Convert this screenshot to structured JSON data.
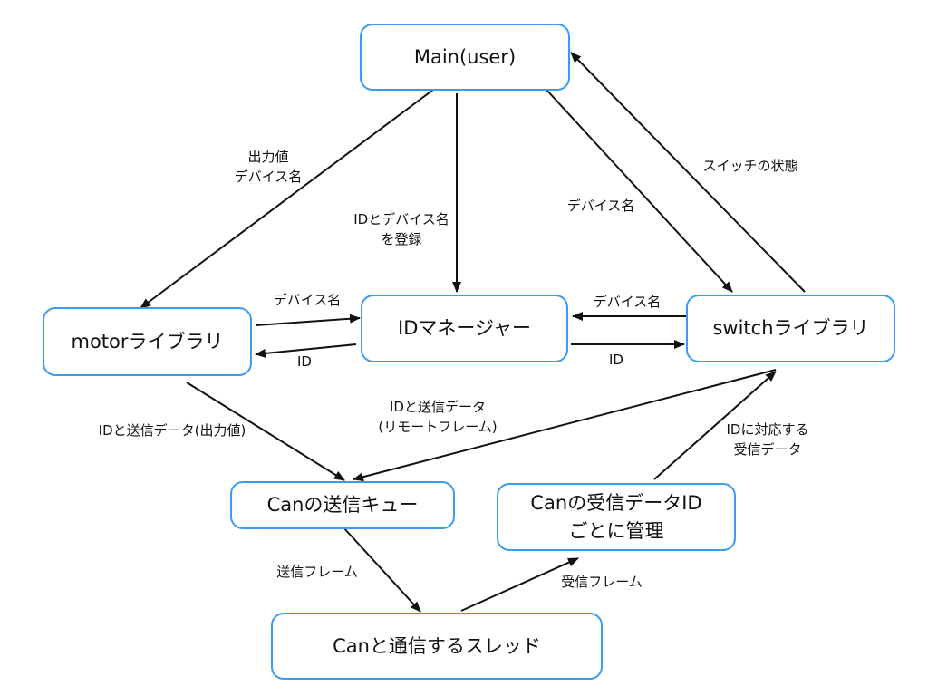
{
  "nodes": {
    "main": "Main(user)",
    "motor": "motorライブラリ",
    "idmgr": "IDマネージャー",
    "switch": "switchライブラリ",
    "sendq": "Canの送信キュー",
    "recv": "Canの受信データID\nごとに管理",
    "thread": "Canと通信するスレッド"
  },
  "edges": {
    "main_motor": "出力値\nデバイス名",
    "main_idmgr": "IDとデバイス名\nを登録",
    "main_switch": "デバイス名",
    "switch_main": "スイッチの状態",
    "motor_idmgr": "デバイス名",
    "idmgr_motor": "ID",
    "switch_idmgr": "デバイス名",
    "idmgr_switch": "ID",
    "motor_sendq": "IDと送信データ(出力値)",
    "switch_sendq": "IDと送信データ\n(リモートフレーム)",
    "recv_switch": "IDに対応する\n受信データ",
    "sendq_thread": "送信フレーム",
    "thread_recv": "受信フレーム"
  },
  "colors": {
    "node_border": "#3a9bf0",
    "arrow": "#111111"
  }
}
